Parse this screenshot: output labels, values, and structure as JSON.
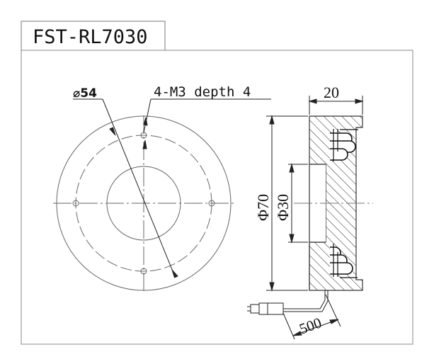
{
  "title": "FST-RL7030",
  "front_view": {
    "pcd_label": "⌀54",
    "hole_label": "4-M3 depth 4"
  },
  "side_view": {
    "thickness_label": "20",
    "outer_dia_label": "Φ70",
    "inner_dia_label": "Φ30",
    "cable_length_label": "500"
  }
}
